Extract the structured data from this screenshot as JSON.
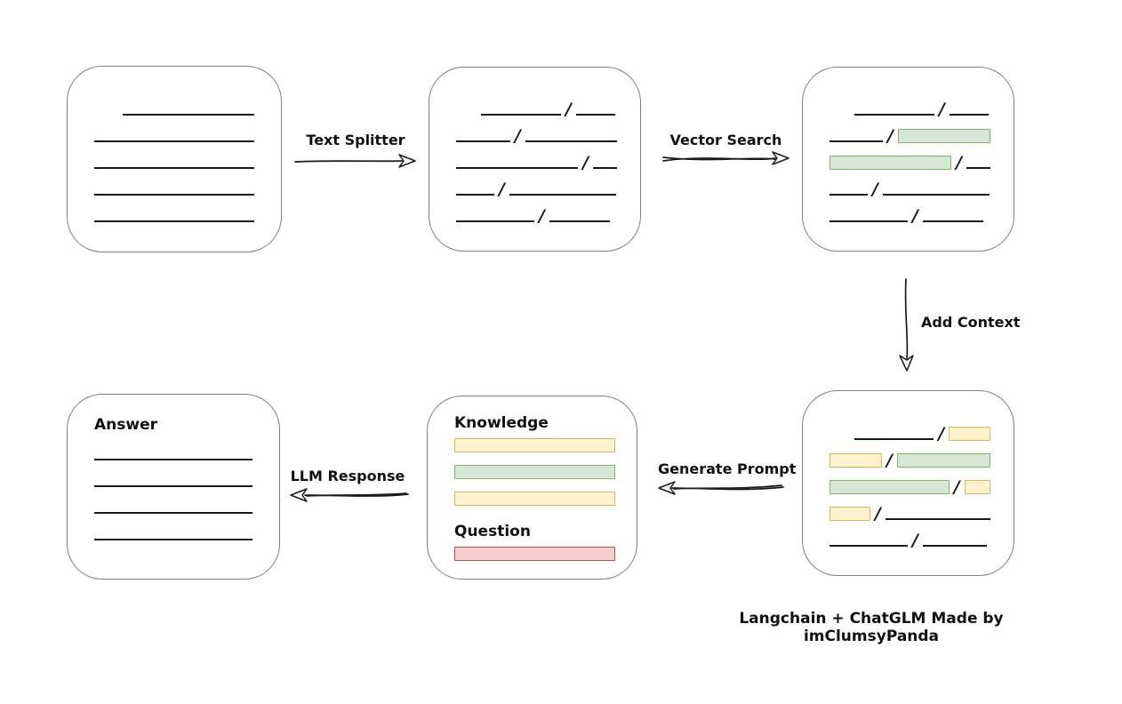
{
  "caption": "Langchain + ChatGLM Made by imClumsyPanda",
  "slash_char": "/",
  "colors": {
    "green_fill": "#d5e8d4",
    "green_border": "#82b366",
    "yellow_fill": "#fff2cc",
    "yellow_border": "#d6b656",
    "red_fill": "#f8cecc",
    "red_border": "#b85450",
    "box_border": "#7f7f7f",
    "line": "#191919"
  },
  "arrows": {
    "text_splitter": {
      "label": "Text Splitter",
      "direction": "right"
    },
    "vector_search": {
      "label": "Vector Search",
      "direction": "right"
    },
    "add_context": {
      "label": "Add Context",
      "direction": "down"
    },
    "generate_prompt": {
      "label": "Generate Prompt",
      "direction": "left"
    },
    "llm_response": {
      "label": "LLM Response",
      "direction": "left"
    }
  },
  "boxes": {
    "document": {
      "description": "source document with plain text lines",
      "rows": [
        {
          "indent": 32,
          "segs": [
            {
              "k": "line",
              "w": 148
            }
          ]
        },
        {
          "segs": [
            {
              "k": "line",
              "w": 180
            }
          ]
        },
        {
          "segs": [
            {
              "k": "line",
              "w": 180
            }
          ]
        },
        {
          "segs": [
            {
              "k": "line",
              "w": 180
            }
          ]
        },
        {
          "segs": [
            {
              "k": "line",
              "w": 180
            }
          ]
        }
      ]
    },
    "chunks": {
      "description": "text split into chunks separated by slashes",
      "rows": [
        {
          "indent": 28,
          "segs": [
            {
              "k": "line",
              "w": 90
            },
            {
              "k": "slash"
            },
            {
              "k": "line",
              "w": 44
            }
          ]
        },
        {
          "segs": [
            {
              "k": "line",
              "w": 62
            },
            {
              "k": "slash"
            },
            {
              "k": "line",
              "w": 105
            }
          ]
        },
        {
          "segs": [
            {
              "k": "line",
              "w": 138
            },
            {
              "k": "slash"
            },
            {
              "k": "line",
              "w": 27
            }
          ]
        },
        {
          "segs": [
            {
              "k": "line",
              "w": 43
            },
            {
              "k": "slash"
            },
            {
              "k": "line",
              "w": 120
            }
          ]
        },
        {
          "segs": [
            {
              "k": "line",
              "w": 88
            },
            {
              "k": "slash"
            },
            {
              "k": "line",
              "w": 68
            }
          ]
        }
      ]
    },
    "vector_matches": {
      "description": "chunks with vector-search matches highlighted green",
      "rows": [
        {
          "indent": 28,
          "segs": [
            {
              "k": "line",
              "w": 90
            },
            {
              "k": "slash"
            },
            {
              "k": "line",
              "w": 44
            }
          ]
        },
        {
          "segs": [
            {
              "k": "line",
              "w": 62
            },
            {
              "k": "slash"
            },
            {
              "k": "green",
              "w": 107
            }
          ]
        },
        {
          "segs": [
            {
              "k": "green",
              "w": 138
            },
            {
              "k": "slash"
            },
            {
              "k": "line",
              "w": 27
            }
          ]
        },
        {
          "segs": [
            {
              "k": "line",
              "w": 43
            },
            {
              "k": "slash"
            },
            {
              "k": "line",
              "w": 120
            }
          ]
        },
        {
          "segs": [
            {
              "k": "line",
              "w": 88
            },
            {
              "k": "slash"
            },
            {
              "k": "line",
              "w": 68
            }
          ]
        }
      ]
    },
    "context": {
      "description": "chunks with added context highlighted yellow around green matches",
      "rows": [
        {
          "indent": 28,
          "segs": [
            {
              "k": "line",
              "w": 90
            },
            {
              "k": "slash"
            },
            {
              "k": "yellow",
              "w": 47
            }
          ]
        },
        {
          "segs": [
            {
              "k": "yellow",
              "w": 60
            },
            {
              "k": "slash"
            },
            {
              "k": "green",
              "w": 107
            }
          ]
        },
        {
          "segs": [
            {
              "k": "green",
              "w": 138
            },
            {
              "k": "slash"
            },
            {
              "k": "yellow",
              "w": 30
            }
          ]
        },
        {
          "segs": [
            {
              "k": "yellow",
              "w": 46
            },
            {
              "k": "slash"
            },
            {
              "k": "line",
              "w": 118
            }
          ]
        },
        {
          "segs": [
            {
              "k": "line",
              "w": 88
            },
            {
              "k": "slash"
            },
            {
              "k": "line",
              "w": 72
            }
          ]
        }
      ]
    },
    "prompt": {
      "knowledge_label": "Knowledge",
      "question_label": "Question",
      "knowledge_bars": [
        {
          "segs": [
            {
              "k": "yellow",
              "w": 183
            }
          ]
        },
        {
          "segs": [
            {
              "k": "green",
              "w": 183
            }
          ]
        },
        {
          "segs": [
            {
              "k": "yellow",
              "w": 183
            }
          ]
        }
      ],
      "question_bars": [
        {
          "segs": [
            {
              "k": "red",
              "w": 183
            }
          ]
        }
      ]
    },
    "answer": {
      "label": "Answer",
      "rows": [
        {
          "segs": [
            {
              "k": "line",
              "w": 180
            }
          ]
        },
        {
          "segs": [
            {
              "k": "line",
              "w": 180
            }
          ]
        },
        {
          "segs": [
            {
              "k": "line",
              "w": 180
            }
          ]
        },
        {
          "segs": [
            {
              "k": "line",
              "w": 180
            }
          ]
        }
      ]
    }
  }
}
